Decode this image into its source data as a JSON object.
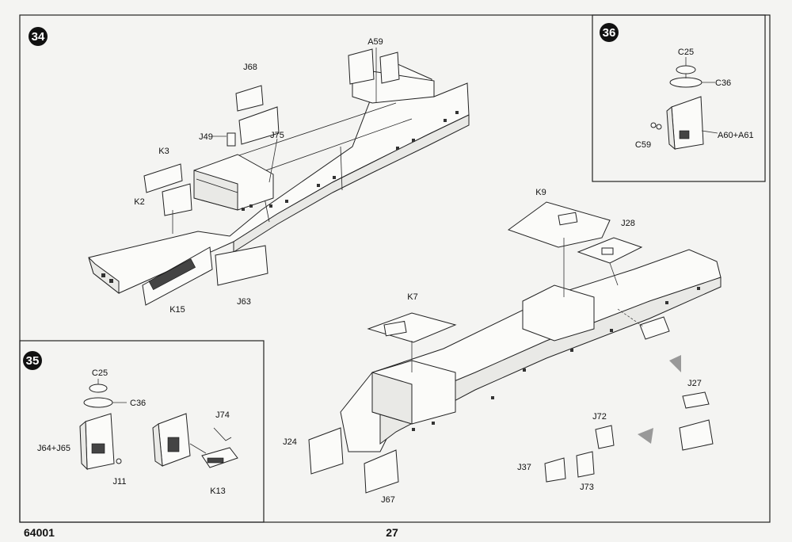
{
  "steps": [
    {
      "number": "34"
    },
    {
      "number": "35"
    },
    {
      "number": "36"
    }
  ],
  "labels": {
    "s34": {
      "a59": "A59",
      "j68": "J68",
      "j49": "J49",
      "j75": "J75",
      "k3": "K3",
      "k2": "K2",
      "k15": "K15",
      "j63": "J63"
    },
    "s35": {
      "c25": "C25",
      "c36": "C36",
      "j64j65": "J64+J65",
      "j11": "J11",
      "j74": "J74",
      "k13": "K13"
    },
    "s36": {
      "c25": "C25",
      "c36": "C36",
      "c59": "C59",
      "a60a61": "A60+A61"
    },
    "main": {
      "k9": "K9",
      "j28": "J28",
      "k7": "K7",
      "j27": "J27",
      "j24": "J24",
      "j72": "J72",
      "j37": "J37",
      "j73": "J73",
      "j67": "J67"
    }
  },
  "footer": {
    "catalog": "64001",
    "page": "27"
  }
}
